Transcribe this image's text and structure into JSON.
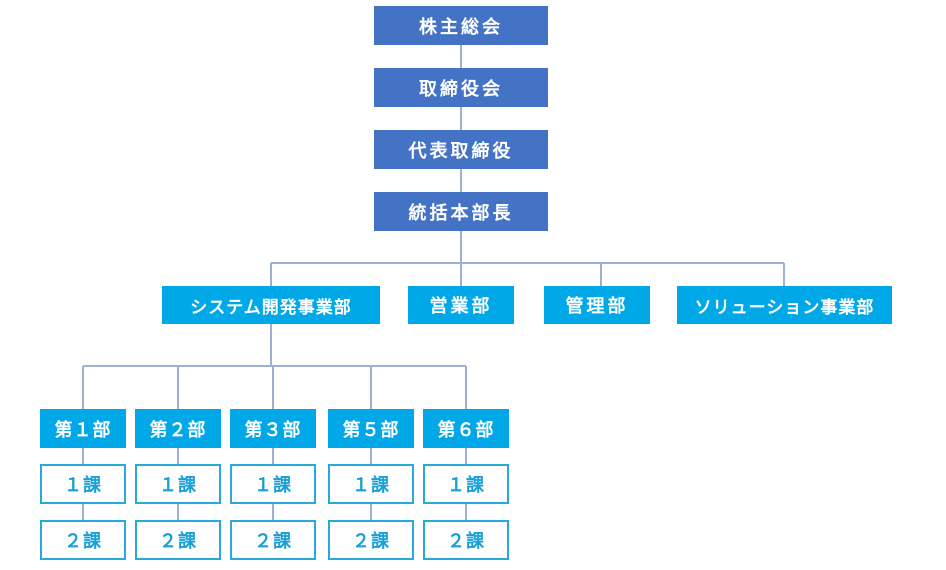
{
  "executive": [
    "株主総会",
    "取締役会",
    "代表取締役",
    "統括本部長"
  ],
  "departments": [
    "システム開発事業部",
    "営業部",
    "管理部",
    "ソリューション事業部"
  ],
  "sub_departments": [
    "第１部",
    "第２部",
    "第３部",
    "第５部",
    "第６部"
  ],
  "sections": [
    "１課",
    "２課"
  ],
  "colors": {
    "executive": "#4472C4",
    "department": "#00A8E8",
    "section_border": "#28A8DD",
    "connector": "#9DB0D6"
  }
}
